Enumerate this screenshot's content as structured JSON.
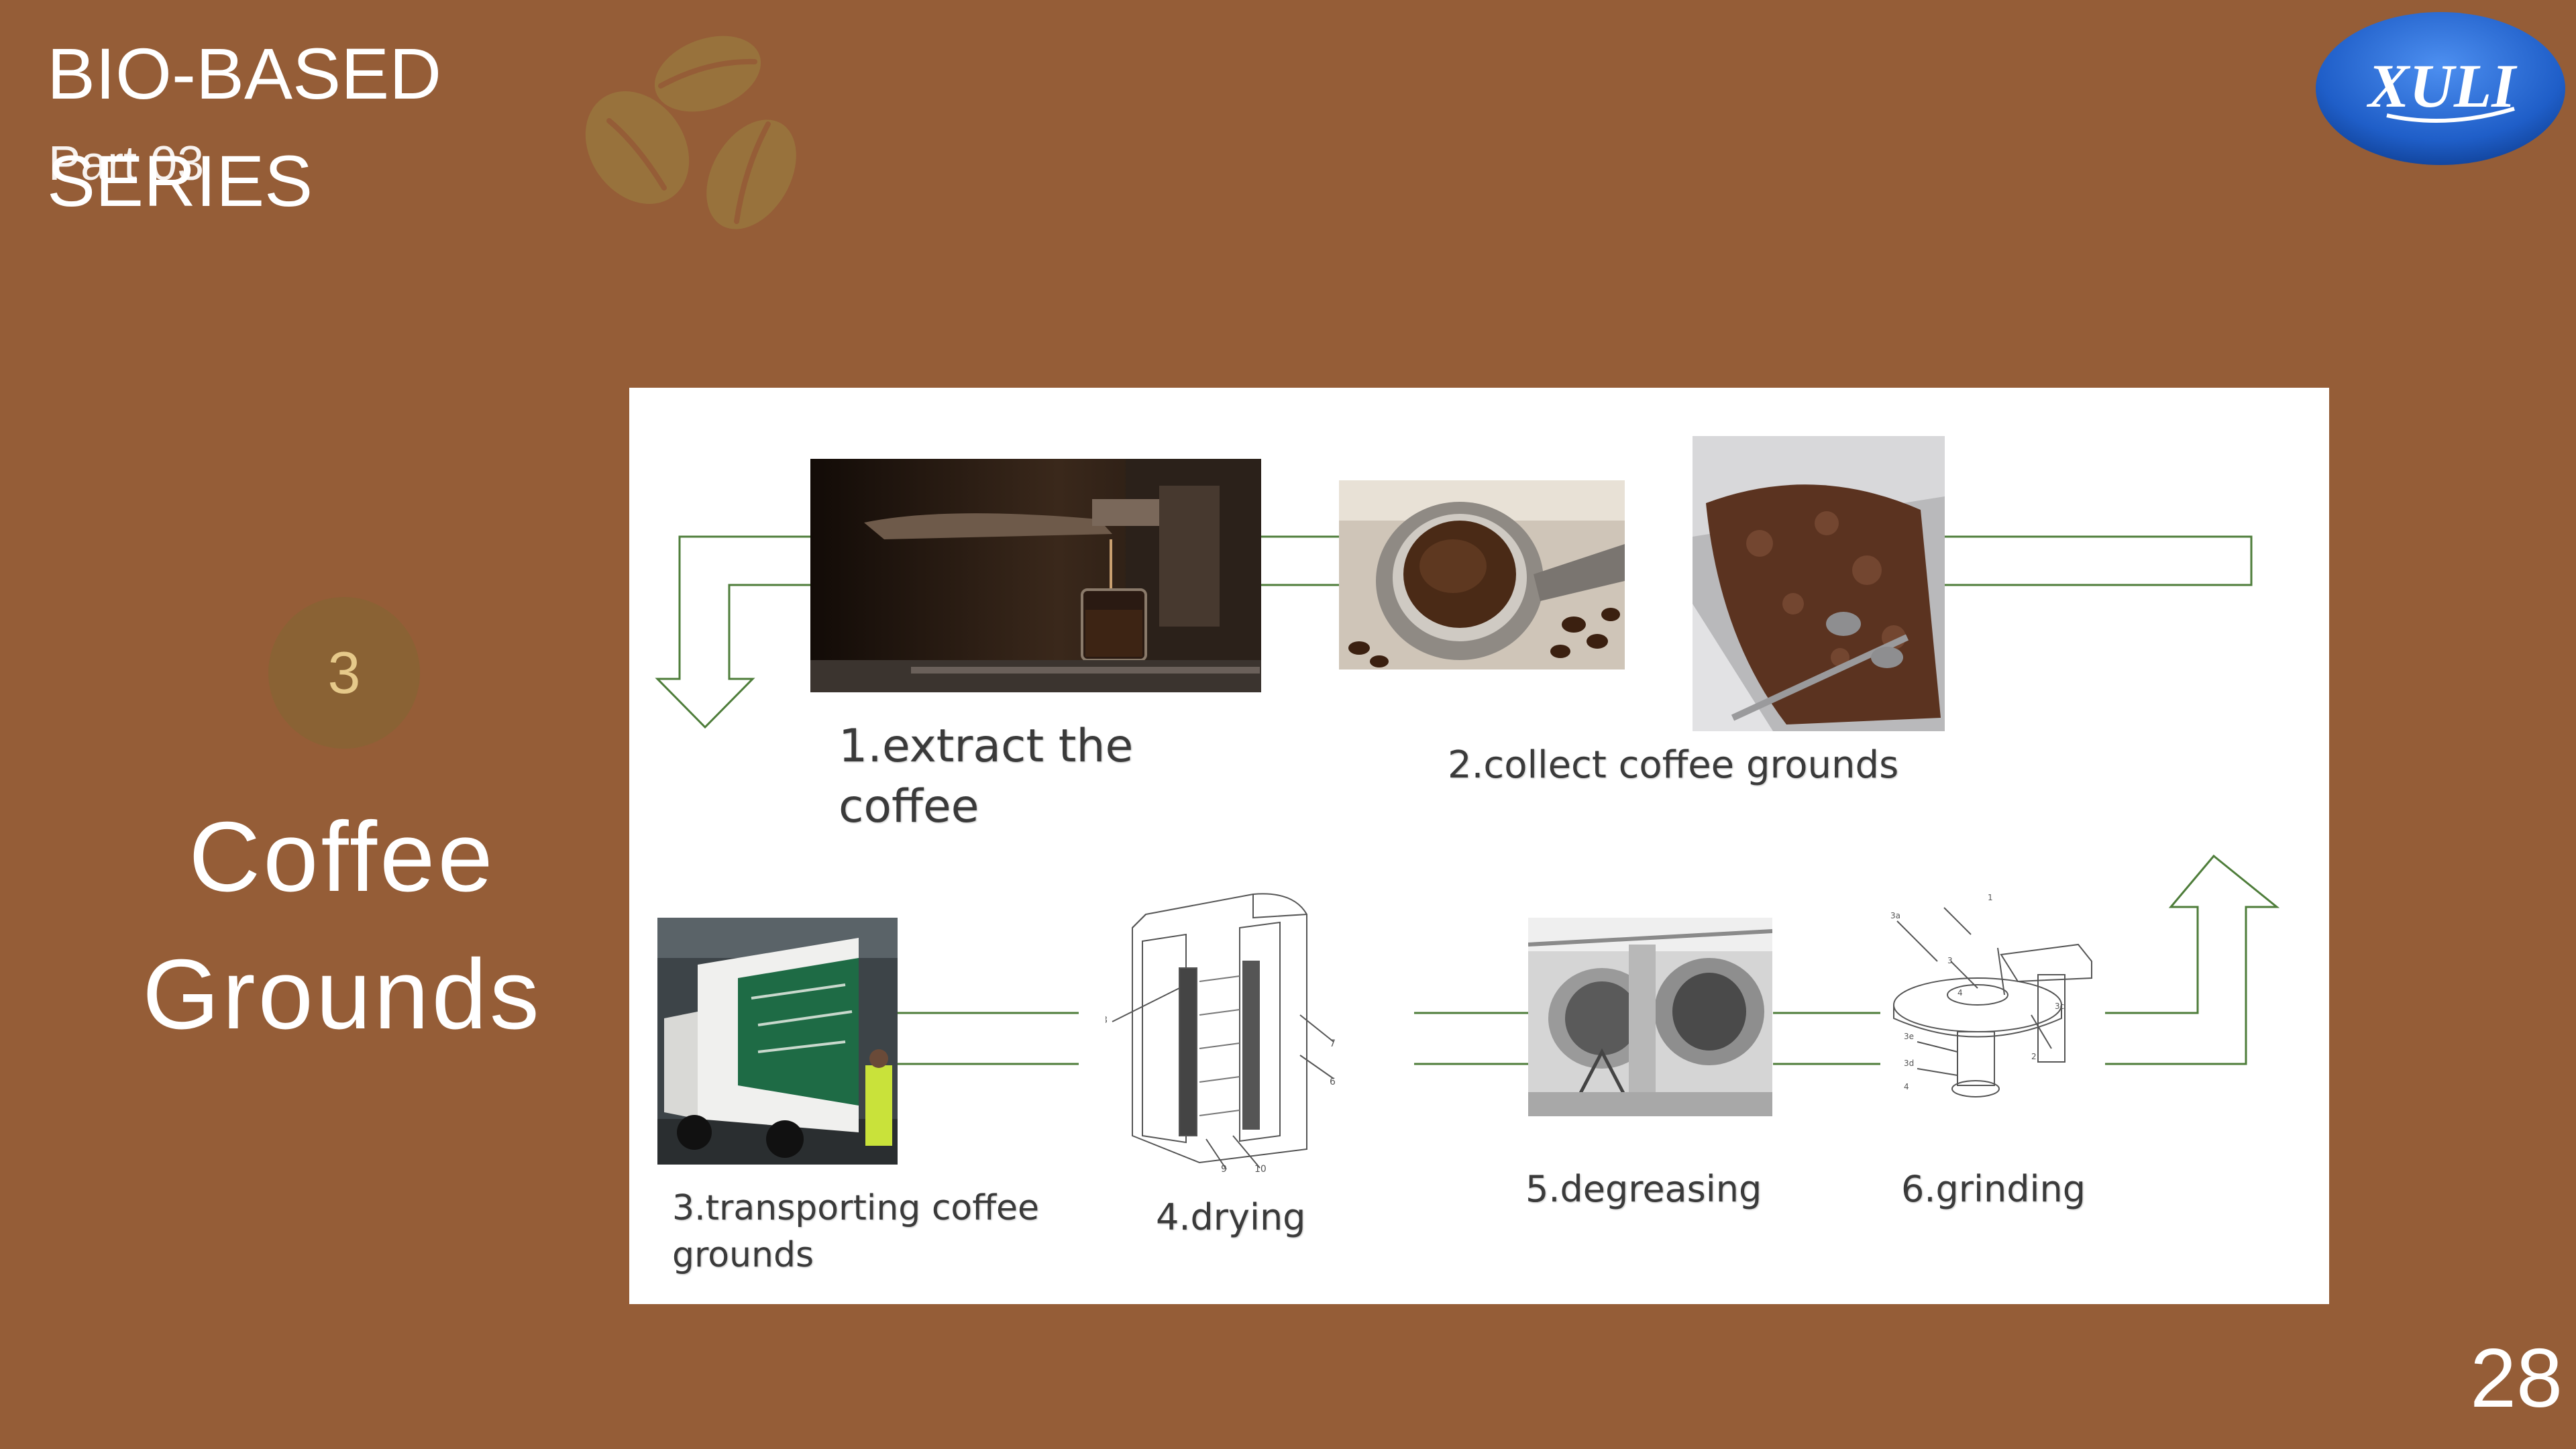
{
  "header": {
    "series_title": "BIO-BASED\nSERIES",
    "part_label": "Part 03",
    "decoration_icon": "coffee-beans-icon"
  },
  "logo": {
    "text": "XULI"
  },
  "section": {
    "number": "3",
    "title": "Coffee\nGrounds"
  },
  "process": {
    "steps": [
      {
        "label_line1": "1.extract the",
        "label_line2": "coffee",
        "image": "espresso-extraction-photo"
      },
      {
        "label": "2.collect coffee grounds",
        "image": "coffee-grounds-photo"
      },
      {
        "label_line1": "3.transporting coffee",
        "label_line2": "grounds",
        "image": "transport-truck-photo"
      },
      {
        "label": "4.drying",
        "image": "dryer-diagram"
      },
      {
        "label": "5.degreasing",
        "image": "degreasing-tanks-photo"
      },
      {
        "label": "6.grinding",
        "image": "grinder-diagram"
      }
    ],
    "flow_arrows": [
      "arrow-down-icon",
      "arrow-up-icon"
    ],
    "diagram_marks": {
      "dryer": [
        "8",
        "7",
        "6",
        "9",
        "10"
      ],
      "grinder": [
        "1",
        "3",
        "3a",
        "4",
        "2",
        "3c",
        "3e",
        "3d",
        "4"
      ]
    }
  },
  "colors": {
    "background": "#955d37",
    "badge": "#8a6234",
    "badge_text": "#e6c98a",
    "logo_blue": "#1f5ec8",
    "flow_line": "#4e7d3a"
  },
  "page_number": "28"
}
